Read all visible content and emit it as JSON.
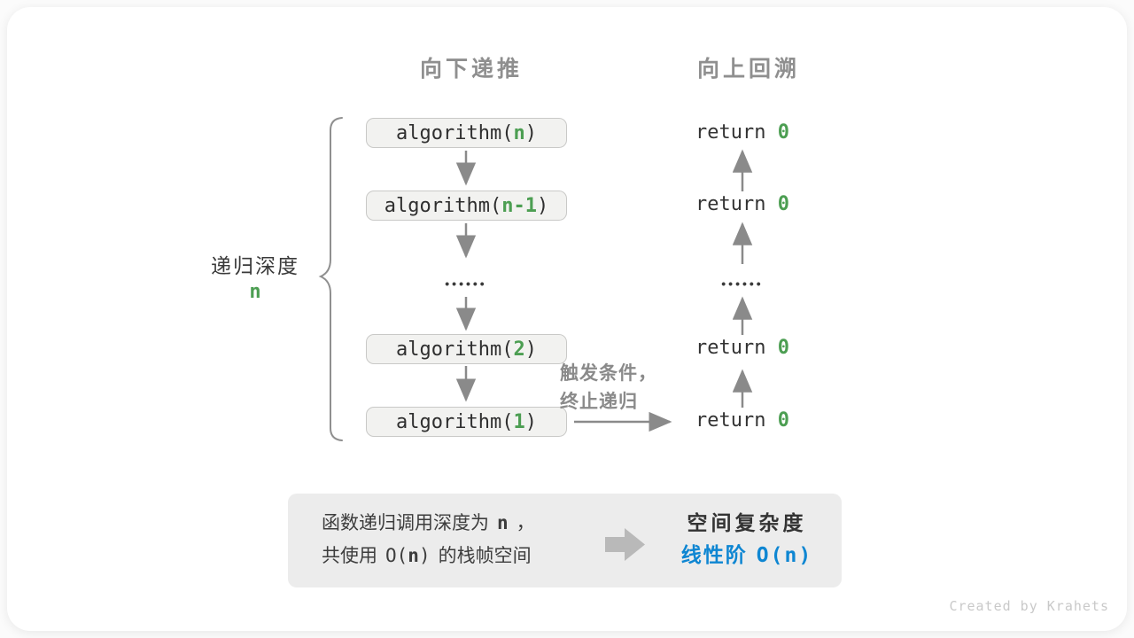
{
  "headers": {
    "left": "向下递推",
    "right": "向上回溯"
  },
  "depth_label": {
    "text": "递归深度",
    "var": "n"
  },
  "recursion": {
    "calls": [
      {
        "pre": "algorithm(",
        "arg": "n",
        "post": ")"
      },
      {
        "pre": "algorithm(",
        "arg": "n-1",
        "post": ")"
      },
      {
        "pre": "algorithm(",
        "arg": "2",
        "post": ")"
      },
      {
        "pre": "algorithm(",
        "arg": "1",
        "post": ")"
      }
    ],
    "returns": [
      {
        "pre": "return ",
        "val": "0"
      },
      {
        "pre": "return ",
        "val": "0"
      },
      {
        "pre": "return ",
        "val": "0"
      },
      {
        "pre": "return ",
        "val": "0"
      }
    ],
    "dots": "••••••"
  },
  "trigger": {
    "line1": "触发条件，",
    "line2": "终止递归"
  },
  "summary": {
    "left": {
      "line1_pre": "函数递归调用深度为",
      "line1_var": "n",
      "line1_post": "，",
      "line2_pre": "共使用",
      "line2_o_pre": "O(",
      "line2_var": "n",
      "line2_o_post": ")",
      "line2_post": "的栈帧空间"
    },
    "right": {
      "title": "空间复杂度",
      "result_label": "线性阶",
      "result_o": "O(n)"
    }
  },
  "footer": {
    "credit": "Created by Krahets"
  },
  "colors": {
    "green": "#4c9e52",
    "blue": "#0e86d2",
    "arrow_gray": "#8a8a8a"
  }
}
